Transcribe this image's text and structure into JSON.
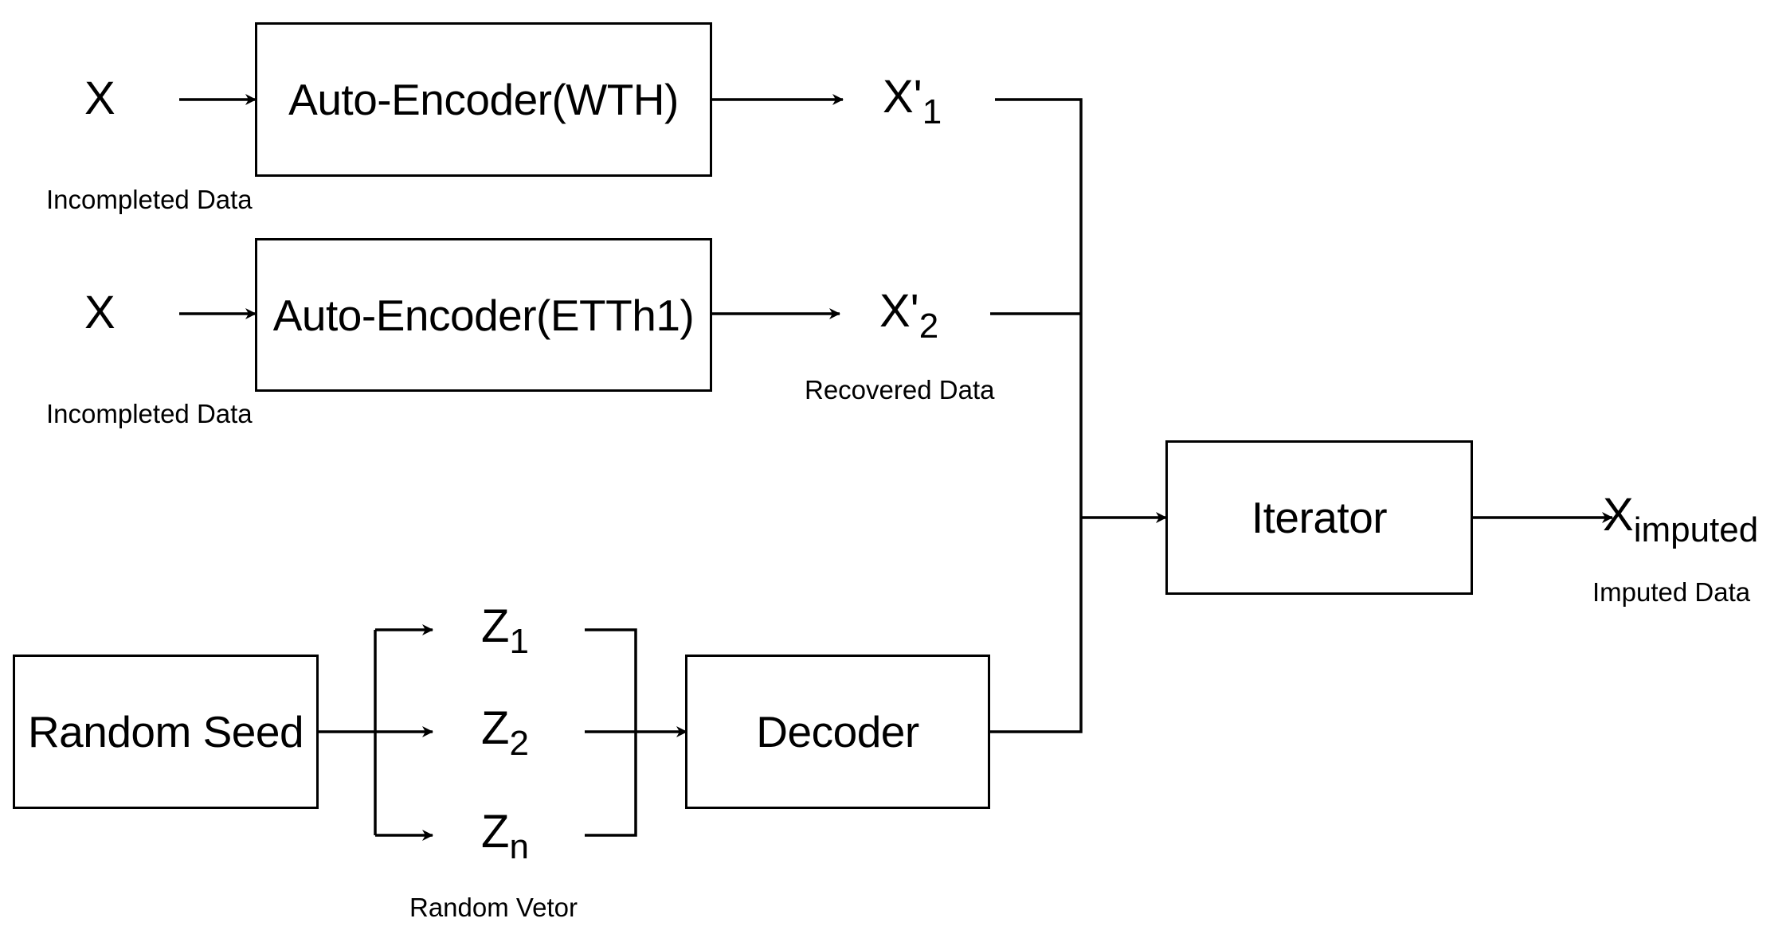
{
  "boxes": {
    "autoencoder_wth": "Auto-Encoder(WTH)",
    "autoencoder_etth1": "Auto-Encoder(ETTh1)",
    "iterator": "Iterator",
    "random_seed": "Random Seed",
    "decoder": "Decoder"
  },
  "symbols": {
    "x_input_1": "X",
    "x_input_2": "X",
    "x_prime_1": {
      "base": "X'",
      "sub": "1"
    },
    "x_prime_2": {
      "base": "X'",
      "sub": "2"
    },
    "x_imputed": {
      "base": "X",
      "sub": "imputed"
    },
    "z_1": {
      "base": "Z",
      "sub": "1"
    },
    "z_2": {
      "base": "Z",
      "sub": "2"
    },
    "z_n": {
      "base": "Z",
      "sub": "n"
    }
  },
  "captions": {
    "incompleted_1": "Incompleted Data",
    "incompleted_2": "Incompleted Data",
    "recovered": "Recovered Data",
    "imputed": "Imputed Data",
    "random_vector": "Random Vetor"
  },
  "colors": {
    "stroke": "#000000",
    "background": "#ffffff"
  }
}
